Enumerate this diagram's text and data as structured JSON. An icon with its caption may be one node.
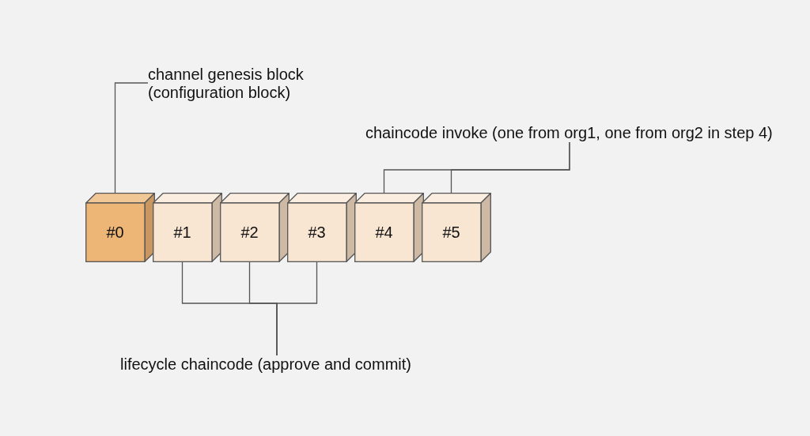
{
  "diagram": {
    "nodes": [
      {
        "text": [
          "#0"
        ]
      },
      {
        "text": [
          "#1"
        ]
      },
      {
        "text": [
          "#2"
        ]
      },
      {
        "text": [
          "#3"
        ]
      },
      {
        "text": [
          "#4"
        ]
      },
      {
        "text": [
          "#5"
        ]
      },
      {
        "text": [
          "channel genesis block (configuration block)"
        ]
      },
      {
        "text": [
          "chaincode invoke (one from org1, one from org2 in step 4)"
        ]
      },
      {
        "text": [
          "lifecycle chaincode (approve and commit)"
        ]
      }
    ],
    "edges": [
      {
        "from": 6,
        "to": 0,
        "arrow": "none"
      },
      {
        "from": 7,
        "to": 4,
        "arrow": "none"
      },
      {
        "from": 7,
        "to": 5,
        "arrow": "none"
      },
      {
        "from": 8,
        "to": 1,
        "arrow": "none"
      },
      {
        "from": 8,
        "to": 2,
        "arrow": "none"
      },
      {
        "from": 8,
        "to": 3,
        "arrow": "none"
      }
    ]
  }
}
